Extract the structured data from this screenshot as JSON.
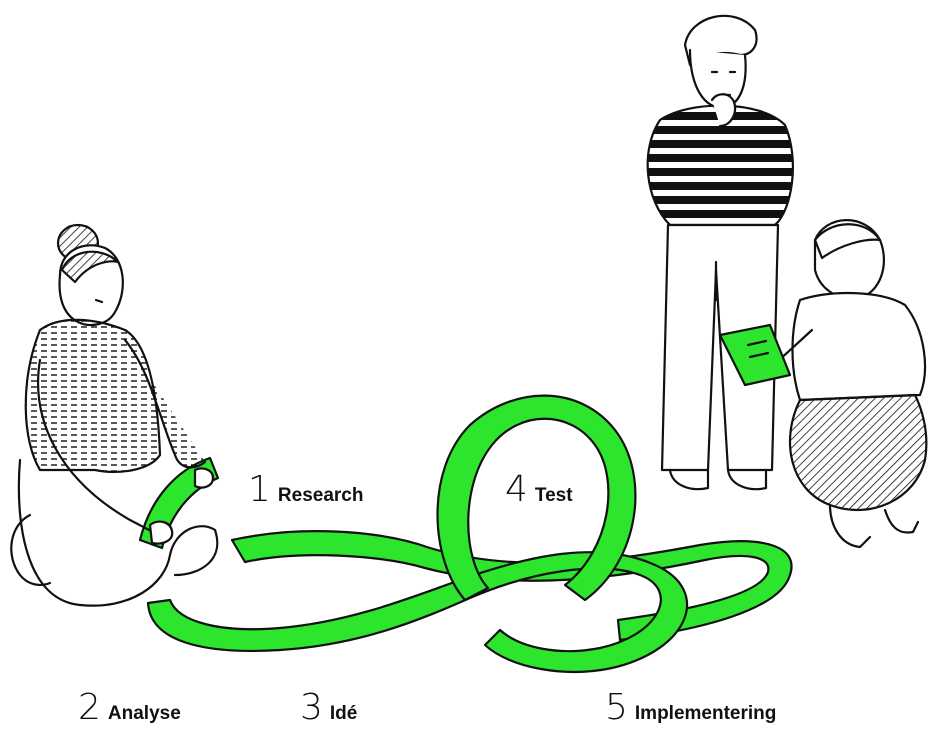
{
  "palette": {
    "ribbon": "#2ee52e",
    "ink": "#111111",
    "background": "#ffffff"
  },
  "steps": [
    {
      "num": "1",
      "label": "Research"
    },
    {
      "num": "2",
      "label": "Analyse"
    },
    {
      "num": "3",
      "label": "Idé"
    },
    {
      "num": "4",
      "label": "Test"
    },
    {
      "num": "5",
      "label": "Implementering"
    }
  ],
  "figures": [
    {
      "name": "kneeling-woman-figure",
      "holds": "ribbon-end"
    },
    {
      "name": "standing-man-figure",
      "pattern": "striped-sweater"
    },
    {
      "name": "crouching-person-figure",
      "holds": "clipboard"
    }
  ]
}
